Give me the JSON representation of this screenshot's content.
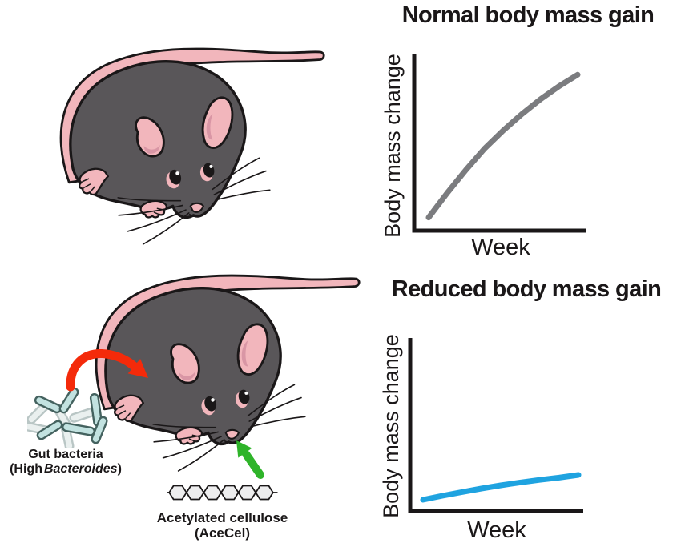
{
  "figure": {
    "panels": [
      {
        "id": "normal",
        "title": "Normal body mass gain",
        "xlabel": "Week",
        "ylabel": "Body mass change",
        "line_color": "#7B7C7F"
      },
      {
        "id": "reduced",
        "title": "Reduced body mass gain",
        "xlabel": "Week",
        "ylabel": "Body mass change",
        "line_color": "#1FA3E0"
      }
    ],
    "annotations": {
      "gut_bacteria": {
        "line1": "Gut bacteria",
        "prefix": "(High",
        "italic": "Bacteroides",
        "suffix": ")"
      },
      "acecel": {
        "line1": "Acetylated cellulose",
        "line2": "(AceCel)"
      }
    },
    "colors": {
      "outline": "#1A1718",
      "mouse_body": "#595659",
      "mouse_pink": "#F2B6BC",
      "mouse_pink_dark": "#D996A5",
      "arrow_red": "#F42A0A",
      "arrow_green": "#2FB42A",
      "bacteria_fill": "#C2E2E0",
      "bacteria_stroke": "#44625F",
      "bacteria_ghost_fill": "#EAF0EF",
      "bacteria_ghost_stroke": "#B9C6C5",
      "hexagon_fill": "#EDEDEE",
      "axis": "#1A1718"
    }
  },
  "chart_data": [
    {
      "type": "line",
      "title": "Normal body mass gain",
      "xlabel": "Week",
      "ylabel": "Body mass change",
      "x": [
        0,
        1,
        2,
        3,
        4,
        5,
        6,
        7,
        8
      ],
      "xlim": [
        0,
        8
      ],
      "ylim": [
        0,
        100
      ],
      "grid": false,
      "ticks": "none (qualitative sketch, unlabeled axes)",
      "units": "arbitrary relative units",
      "series": [
        {
          "name": "Normal body mass gain",
          "color": "#7B7C7F",
          "values": [
            8,
            23,
            37,
            50,
            61,
            71,
            80,
            88,
            95
          ]
        }
      ]
    },
    {
      "type": "line",
      "title": "Reduced body mass gain",
      "xlabel": "Week",
      "ylabel": "Body mass change",
      "x": [
        0,
        1,
        2,
        3,
        4,
        5,
        6,
        7,
        8
      ],
      "xlim": [
        0,
        8
      ],
      "ylim": [
        0,
        100
      ],
      "grid": false,
      "ticks": "none (qualitative sketch, unlabeled axes)",
      "units": "arbitrary relative units",
      "series": [
        {
          "name": "Reduced body mass gain (AceCel-fed)",
          "color": "#1FA3E0",
          "values": [
            7,
            9.5,
            11.8,
            14,
            16,
            17.8,
            19.4,
            20.8,
            22.5
          ]
        }
      ]
    }
  ]
}
